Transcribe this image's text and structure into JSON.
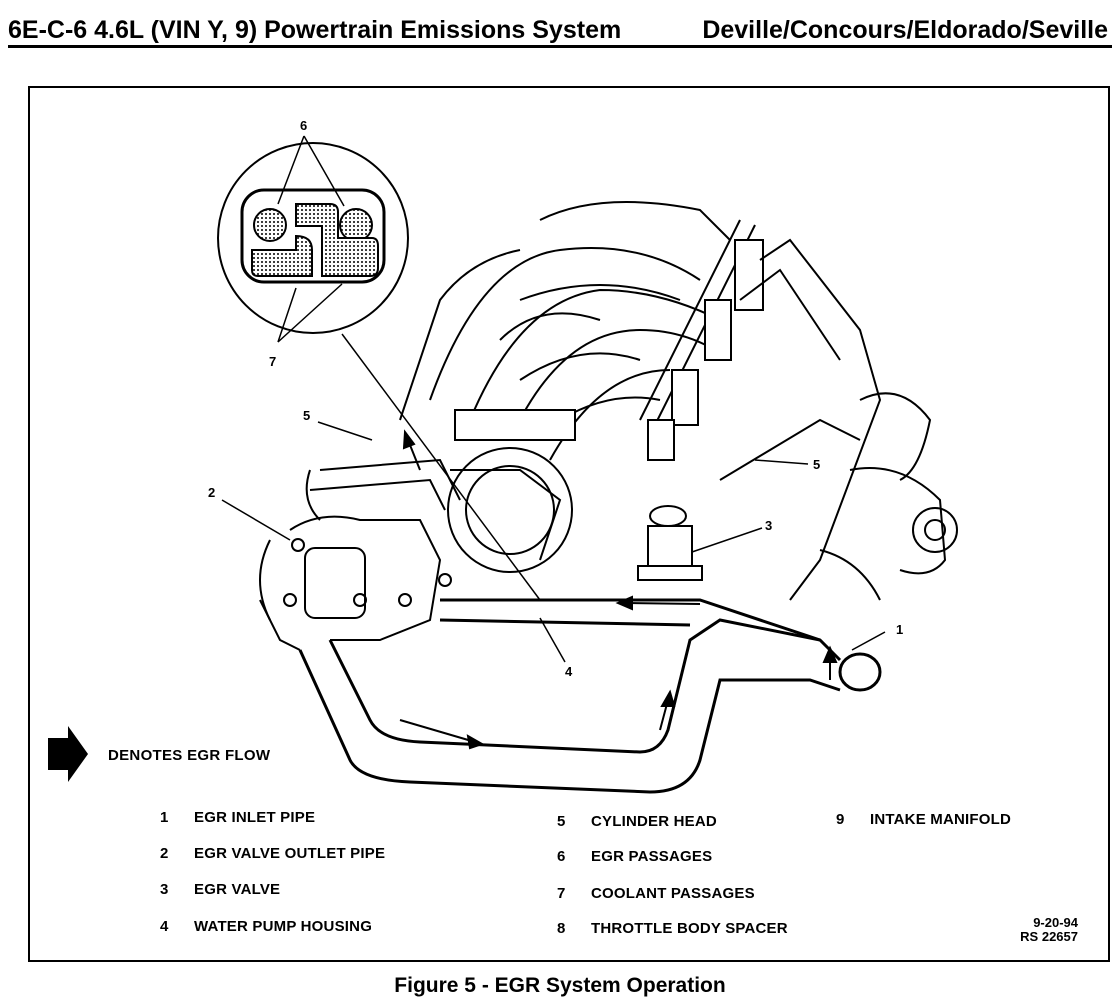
{
  "header": {
    "left": "6E-C-6  4.6L  (VIN Y, 9)  Powertrain Emissions System",
    "right": "Deville/Concours/Eldorado/Seville"
  },
  "figure": {
    "caption": "Figure 5 - EGR System Operation",
    "flow_legend": "DENOTES EGR FLOW",
    "date": "9-20-94",
    "ref": "RS 22657",
    "callouts": {
      "c1": "1",
      "c2": "2",
      "c3": "3",
      "c4": "4",
      "c5a": "5",
      "c5b": "5",
      "c6": "6",
      "c7": "7"
    },
    "legend": [
      {
        "num": "1",
        "label": "EGR INLET PIPE"
      },
      {
        "num": "2",
        "label": "EGR VALVE OUTLET PIPE"
      },
      {
        "num": "3",
        "label": "EGR VALVE"
      },
      {
        "num": "4",
        "label": "WATER PUMP HOUSING"
      },
      {
        "num": "5",
        "label": "CYLINDER HEAD"
      },
      {
        "num": "6",
        "label": "EGR PASSAGES"
      },
      {
        "num": "7",
        "label": "COOLANT PASSAGES"
      },
      {
        "num": "8",
        "label": "THROTTLE BODY SPACER"
      },
      {
        "num": "9",
        "label": "INTAKE MANIFOLD"
      }
    ]
  }
}
